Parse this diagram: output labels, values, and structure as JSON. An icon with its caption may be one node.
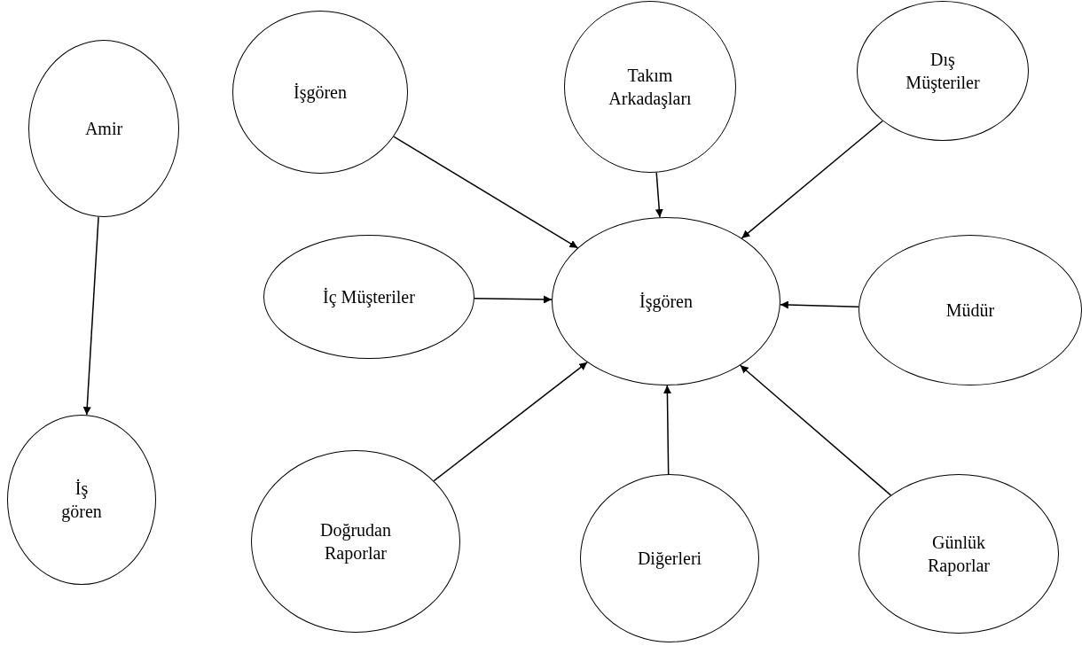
{
  "diagram": {
    "nodes": [
      {
        "text": [
          "Amir"
        ]
      },
      {
        "text": [
          "İş gören"
        ]
      },
      {
        "text": [
          "İşgören"
        ]
      },
      {
        "text": [
          "Takım Arkadaşları"
        ]
      },
      {
        "text": [
          "Dış Müşteriler"
        ]
      },
      {
        "text": [
          "İç Müşteriler"
        ]
      },
      {
        "text": [
          "İşgören"
        ]
      },
      {
        "text": [
          "Müdür"
        ]
      },
      {
        "text": [
          "Doğrudan Raporlar"
        ]
      },
      {
        "text": [
          "Diğerleri"
        ]
      },
      {
        "text": [
          "Günlük Raporlar"
        ]
      }
    ],
    "edges": [
      {
        "from": 0,
        "to": 1,
        "arrow": "to"
      },
      {
        "from": 2,
        "to": 6,
        "arrow": "to"
      },
      {
        "from": 3,
        "to": 6,
        "arrow": "to"
      },
      {
        "from": 4,
        "to": 6,
        "arrow": "to"
      },
      {
        "from": 5,
        "to": 6,
        "arrow": "to"
      },
      {
        "from": 7,
        "to": 6,
        "arrow": "to"
      },
      {
        "from": 8,
        "to": 6,
        "arrow": "to"
      },
      {
        "from": 9,
        "to": 6,
        "arrow": "to"
      },
      {
        "from": 10,
        "to": 6,
        "arrow": "to"
      }
    ]
  }
}
